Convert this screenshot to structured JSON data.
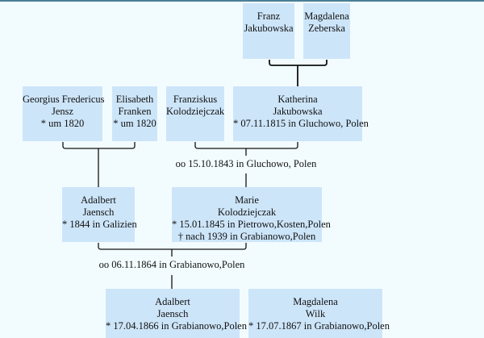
{
  "persons": {
    "franz": {
      "lines": [
        "Franz",
        "Jakubowska"
      ]
    },
    "magdalena_z": {
      "lines": [
        "Magdalena",
        "Zeberska"
      ]
    },
    "georgius": {
      "lines": [
        "Georgius Fredericus",
        "Jensz",
        "* um 1820"
      ]
    },
    "elisabeth": {
      "lines": [
        "Elisabeth",
        "Franken",
        "* um 1820"
      ]
    },
    "franziskus": {
      "lines": [
        "Franziskus",
        "Kolodziejczak"
      ]
    },
    "katherina": {
      "lines": [
        "Katherina",
        "Jakubowska",
        "* 07.11.1815 in Gluchowo, Polen"
      ]
    },
    "adalbert_sr": {
      "lines": [
        "Adalbert",
        "Jaensch",
        "* 1844 in Galizien"
      ]
    },
    "marie": {
      "lines": [
        "Marie",
        "Kolodziejczak",
        "* 15.01.1845 in Pietrowo,Kosten,Polen",
        "† nach 1939 in Grabianowo,Polen"
      ]
    },
    "adalbert_jr": {
      "lines": [
        "Adalbert",
        "Jaensch",
        "* 17.04.1866 in Grabianowo,Polen"
      ]
    },
    "magdalena_w": {
      "lines": [
        "Magdalena",
        "Wilk",
        "* 17.07.1867 in Grabianowo,Polen"
      ]
    }
  },
  "marriages": {
    "kolodziejczak": "oo 15.10.1843 in Gluchowo, Polen",
    "jaensch": "oo 06.11.1864 in Grabianowo,Polen"
  }
}
